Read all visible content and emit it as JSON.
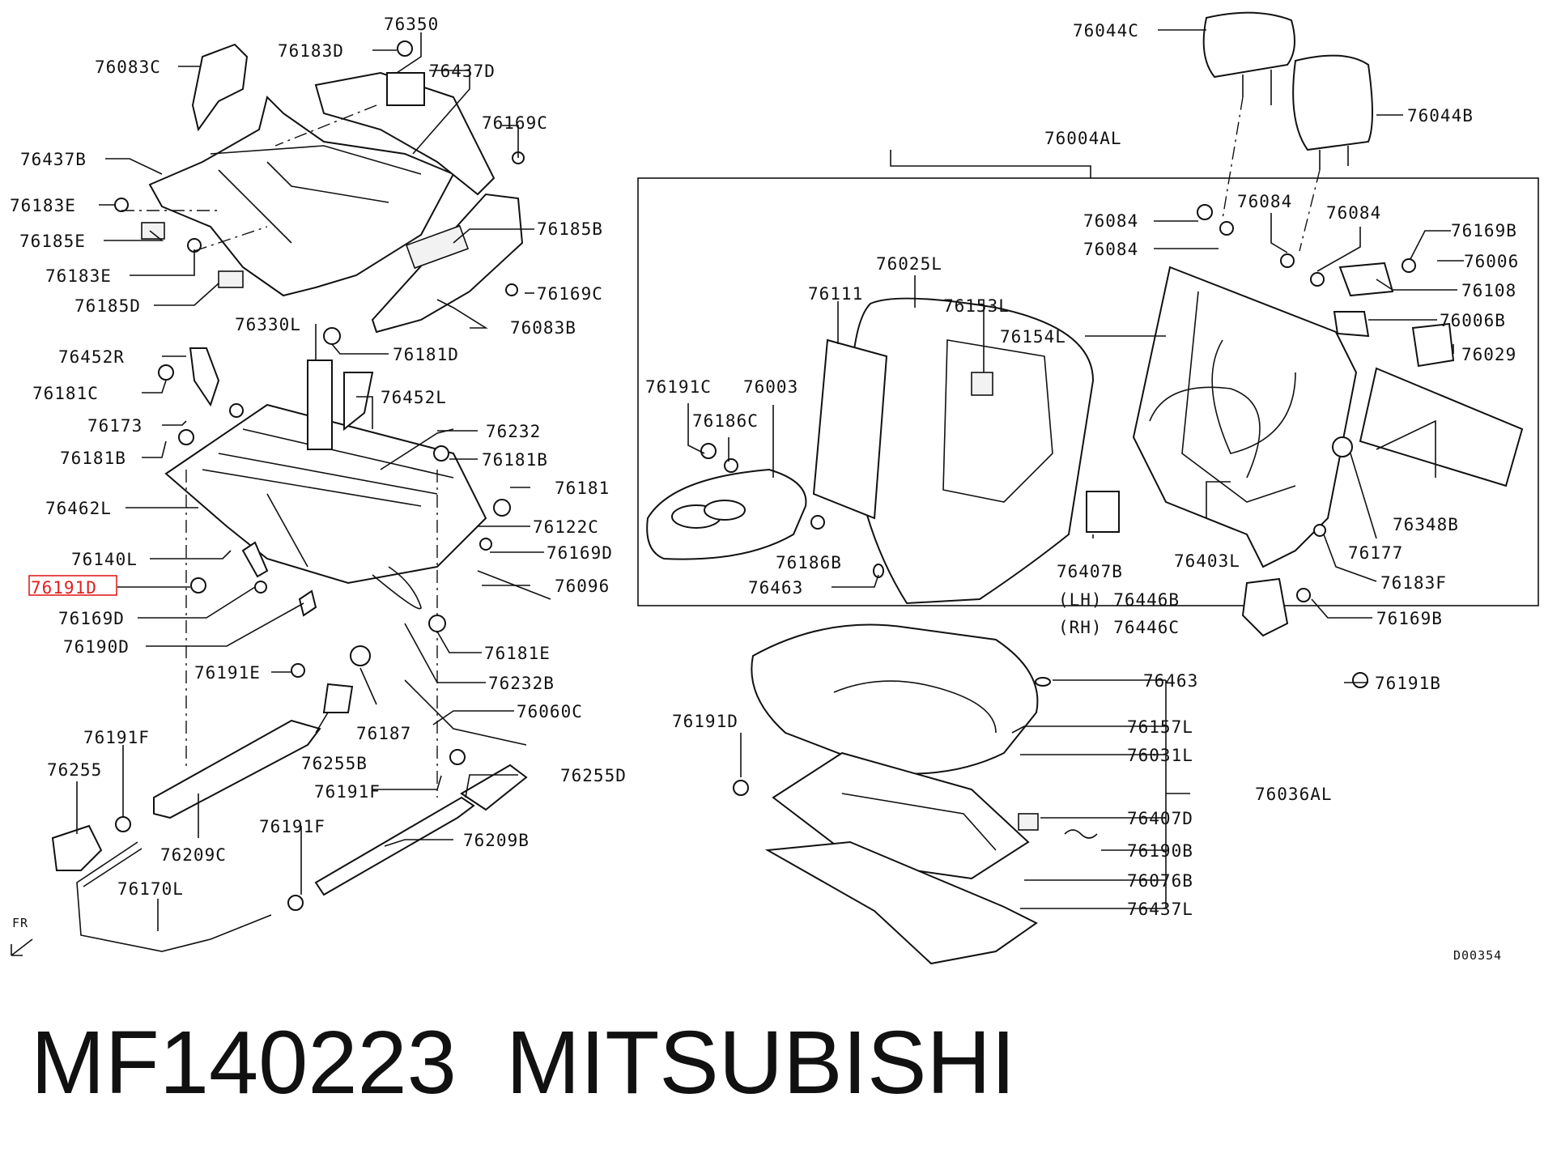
{
  "labels": {
    "l76350": "76350",
    "l76183D": "76183D",
    "l76083C": "76083C",
    "l76437D": "76437D",
    "l76169C_a": "76169C",
    "l76437B": "76437B",
    "l76183E_a": "76183E",
    "l76185E": "76185E",
    "l76183E_b": "76183E",
    "l76185B": "76185B",
    "l76169C_b": "76169C",
    "l76185D": "76185D",
    "l76083B": "76083B",
    "l76330L": "76330L",
    "l76181D": "76181D",
    "l76452R": "76452R",
    "l76181C": "76181C",
    "l76452L": "76452L",
    "l76173": "76173",
    "l76232": "76232",
    "l76181B_a": "76181B",
    "l76181B_b": "76181B",
    "l76181": "76181",
    "l76462L": "76462L",
    "l76122C": "76122C",
    "l76140L": "76140L",
    "l76169D_a": "76169D",
    "l76191D_hl": "76191D",
    "l76096": "76096",
    "l76169D_b": "76169D",
    "l76190D": "76190D",
    "l76181E": "76181E",
    "l76191E": "76191E",
    "l76232B": "76232B",
    "l76187": "76187",
    "l76060C": "76060C",
    "l76191F_a": "76191F",
    "l76255": "76255",
    "l76255B": "76255B",
    "l76191F_b": "76191F",
    "l76255D": "76255D",
    "l76209C": "76209C",
    "l76191F_c": "76191F",
    "l76209B": "76209B",
    "l76170L": "76170L",
    "fr": "FR",
    "r76044C": "76044C",
    "r76044B": "76044B",
    "r76004AL": "76004AL",
    "r76084_a": "76084",
    "r76084_b": "76084",
    "r76084_c": "76084",
    "r76084_d": "76084",
    "r76169B_a": "76169B",
    "r76006": "76006",
    "r76025L": "76025L",
    "r76111": "76111",
    "r76153L": "76153L",
    "r76108": "76108",
    "r76154L": "76154L",
    "r76006B": "76006B",
    "r76029": "76029",
    "r76191C": "76191C",
    "r76003": "76003",
    "r76186C": "76186C",
    "r76348B": "76348B",
    "r76177": "76177",
    "r76186B": "76186B",
    "r76407B": "76407B",
    "r76403L": "76403L",
    "r76183F": "76183F",
    "r76463_a": "76463",
    "r76446B": "(LH) 76446B",
    "r76446C": "(RH) 76446C",
    "r76169B_b": "76169B",
    "r76191B": "76191B",
    "r76463_b": "76463",
    "r76191D": "76191D",
    "r76157L": "76157L",
    "r76031L": "76031L",
    "r76036AL": "76036AL",
    "r76407D": "76407D",
    "r76190B": "76190B",
    "r76076B": "76076B",
    "r76437L": "76437L"
  },
  "diagram_code": "D00354",
  "footer": {
    "part_number": "MF140223",
    "brand": "MITSUBISHI"
  },
  "colors": {
    "line": "#111111",
    "highlight": "#e02020",
    "background": "#ffffff"
  }
}
